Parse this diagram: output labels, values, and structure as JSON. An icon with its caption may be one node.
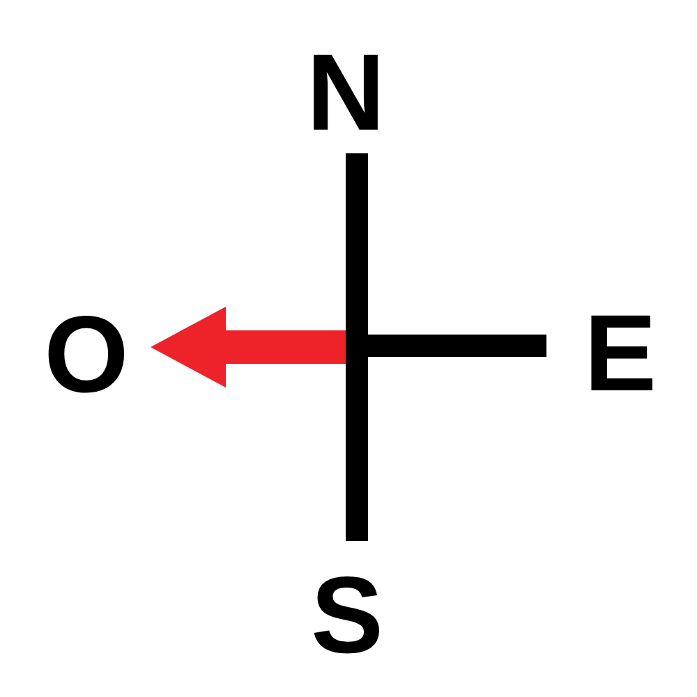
{
  "diagram": {
    "labels": [
      "N",
      "O",
      "E",
      "S"
    ]
  }
}
